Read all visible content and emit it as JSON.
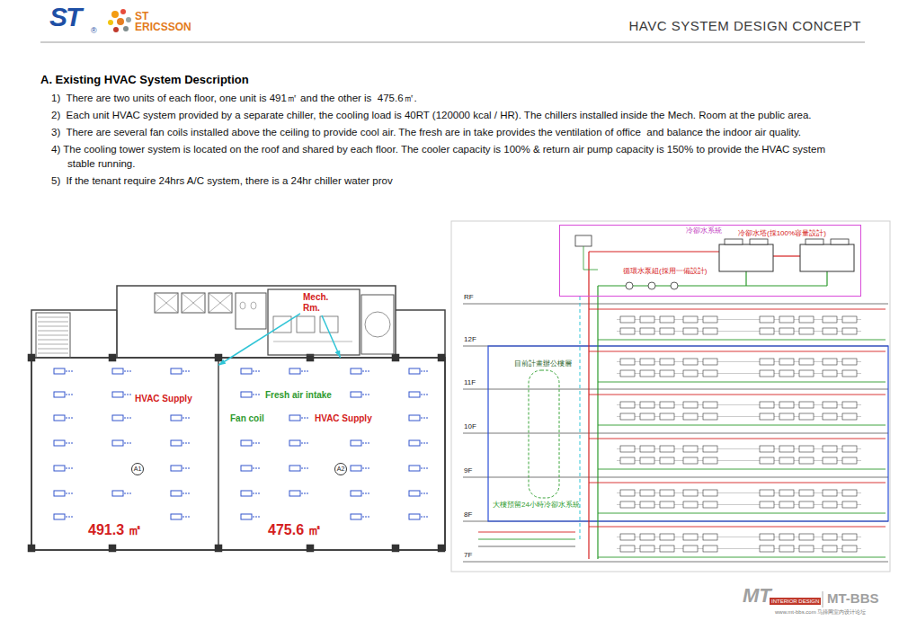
{
  "diagram": {
    "title": "HAVC SYSTEM DESIGN CONCEPT",
    "nodes": [
      {
        "text": [
          "Mech. Rm."
        ]
      },
      {
        "text": [
          "HVAC Supply",
          "491.3 ㎡"
        ]
      },
      {
        "text": [
          "A1"
        ],
        "in": 1
      },
      {
        "text": [
          "Fresh air intake",
          "Fan coil",
          "HVAC Supply",
          "475.6 ㎡"
        ]
      },
      {
        "text": [
          "A2"
        ],
        "in": 3
      },
      {
        "text": [
          "冷卻水系統",
          "冷卻水塔(採100%容量設計)",
          "循環水泵組(採用一備設計)"
        ]
      }
    ],
    "edges": [
      {
        "from": 0,
        "to": 1,
        "arrow": "to"
      },
      {
        "from": 0,
        "to": 3,
        "arrow": "to"
      }
    ],
    "labels": [
      "ST",
      "®",
      "ST ERICSSON",
      "A. Existing HVAC System Description",
      "1)  There are two units of each floor, one unit is 491㎡ and the other is  475.6㎡.",
      "2)  Each unit HVAC system provided by a separate chiller, the cooling load is 40RT (120000 kcal / HR). The chillers installed inside the Mech. Room at the public area.",
      "3)  There are several fan coils installed above the ceiling to provide cool air. The fresh are in take provides the ventilation of office  and balance the indoor air quality.",
      "4) The cooling tower system is located on the roof and shared by each floor. The cooler capacity is 100% & return air pump capacity is 150% to provide the HVAC system stable running.",
      "5)  If the tenant require 24hrs A/C system, there is a 24hr chiller water prov",
      "RF",
      "12F",
      "11F",
      "10F",
      "9F",
      "8F",
      "7F",
      "目前計畫辦公樓層",
      "大樓預留24小時冷卻水系統",
      "MT",
      "INTERIOR DESIGN",
      "MT-BBS",
      "www.mt-bbs.com 马蹄网室内设计论坛"
    ]
  }
}
